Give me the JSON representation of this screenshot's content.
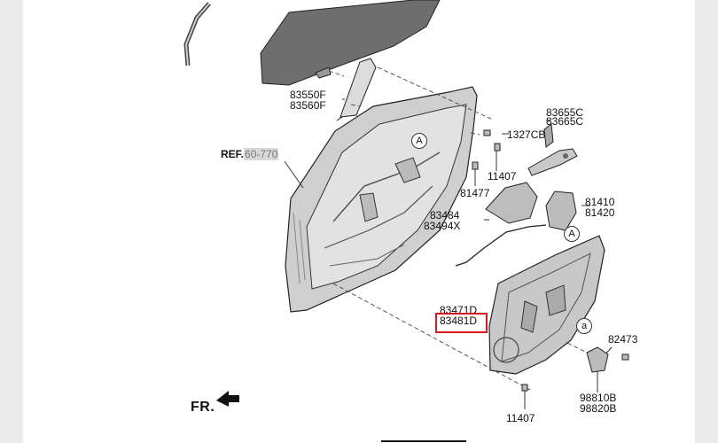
{
  "labels": {
    "p83550F": "83550F",
    "p83560F": "83560F",
    "p83655C": "83655C",
    "p83665C": "83665C",
    "p1327CB": "1327CB",
    "p11407_top": "11407",
    "p81477": "81477",
    "p81410": "81410",
    "p81420": "81420",
    "p83484": "83484",
    "p83494X": "83494X",
    "p83471D": "83471D",
    "p83481D": "83481D",
    "p82473": "82473",
    "p98810B": "98810B",
    "p98820B": "98820B",
    "p11407_bottom": "11407"
  },
  "ref": {
    "prefix": "REF.",
    "number": "60-770"
  },
  "callouts": {
    "a_upper": "A",
    "a_mid": "A",
    "a_lower": "a"
  },
  "fr_label": "FR.",
  "highlighted_part": "83481D",
  "colors": {
    "highlight": "#d8191c",
    "part_fill": "#c9c9c9",
    "glass_fill": "#6e6e6e"
  }
}
